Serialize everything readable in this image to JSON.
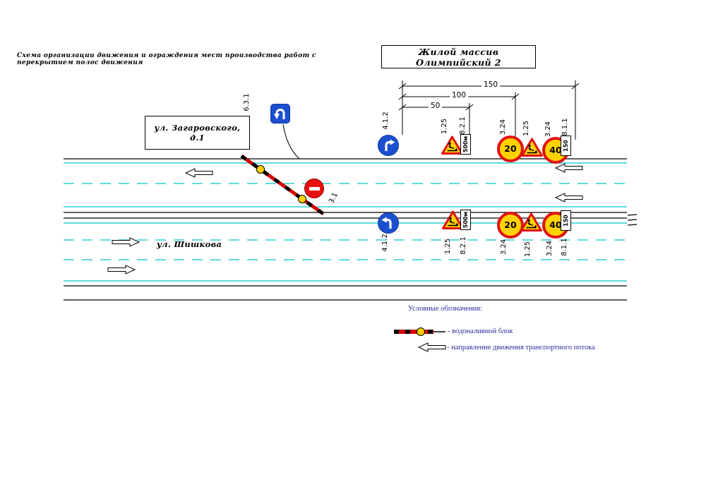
{
  "title": "Схема организации движения и ограждения мест производства работ с перекрытием полос движения",
  "area_box": "Жилой массив Олимпийский 2",
  "address_box": "ул. Загаровского, д.1",
  "street_name": "ул. Шишкова",
  "dims": {
    "full": "150",
    "mid": "100",
    "near": "50"
  },
  "signs": {
    "uturn": {
      "code": "6.3.1"
    },
    "turn": {
      "code": "4.1.2"
    },
    "roadworks": {
      "code": "1.25"
    },
    "zone": {
      "code": "8.2.1",
      "value": "500м"
    },
    "speed20": {
      "code": "3.24",
      "value": "20"
    },
    "speed40": {
      "code": "3.24",
      "value": "40"
    },
    "distance": {
      "code": "8.1.1",
      "value": "150"
    },
    "noentry": {
      "code": "3.1"
    }
  },
  "legend": {
    "title": "Условные обозначения:",
    "items": [
      {
        "label": "- водоналивной блок"
      },
      {
        "label": "- направление движения транспортного потока"
      }
    ]
  }
}
